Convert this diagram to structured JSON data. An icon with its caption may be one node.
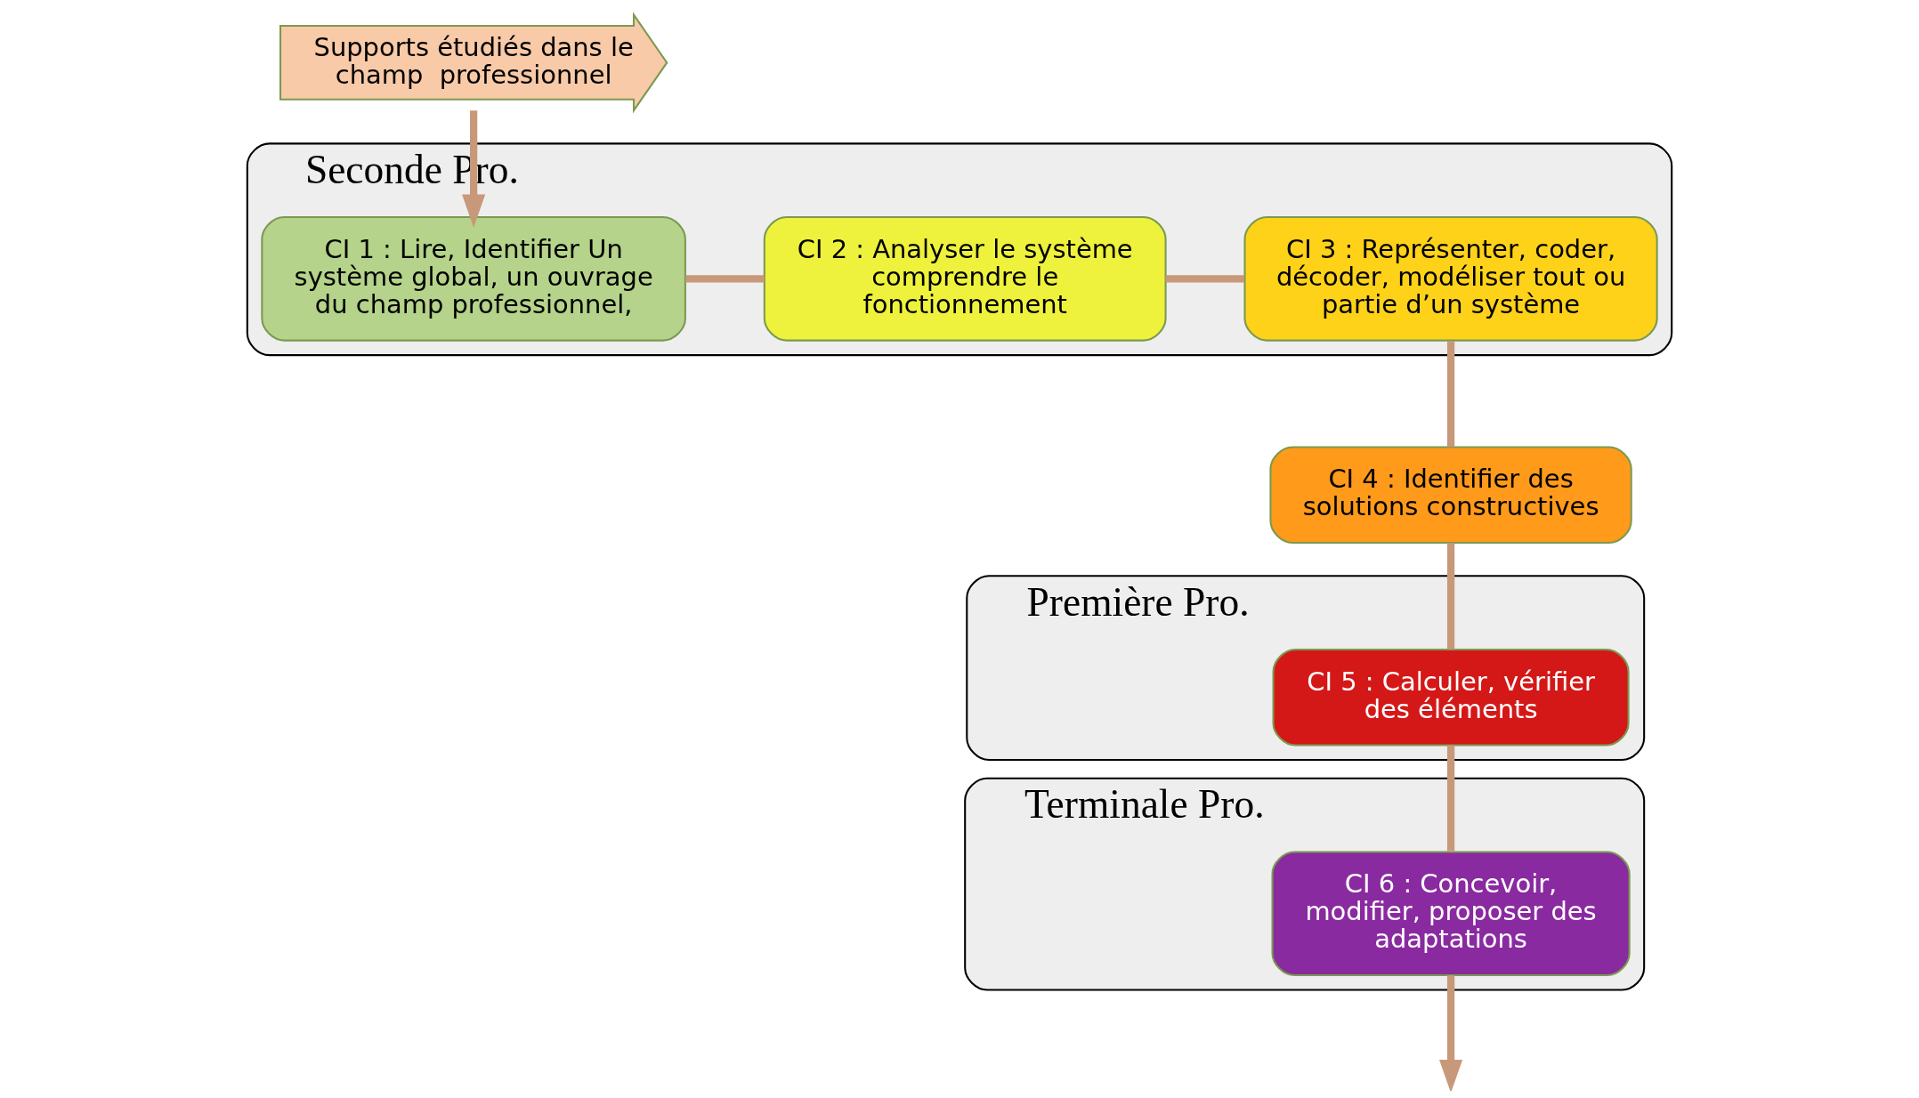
{
  "diagram": {
    "nodes": [
      {
        "text": [
          "Seconde Pro."
        ]
      },
      {
        "text": [
          "CI 1 : Lire, Identifier Un système global, un ouvrage  du champ professionnel,"
        ],
        "in": 0
      },
      {
        "text": [
          "CI 2 : Analyser le système comprendre le fonctionnement"
        ],
        "in": 0
      },
      {
        "text": [
          "CI 3 : Représenter, coder, décoder, modéliser tout ou partie d’un système"
        ],
        "in": 0
      },
      {
        "text": [
          "Première Pro."
        ]
      },
      {
        "text": [
          "CI 4 : Identifier des solutions constructives"
        ]
      },
      {
        "text": [
          "CI 5 : Calculer, vérifier des éléments"
        ],
        "in": 4
      },
      {
        "text": [
          "Terminale Pro."
        ]
      },
      {
        "text": [
          "CI 6 : Concevoir, modifier, proposer des adaptations"
        ],
        "in": 7
      },
      {
        "text": [
          "Supports étudiés dans le champ  professionnel"
        ]
      }
    ],
    "edges": [
      {
        "from": 1,
        "to": 2,
        "arrow": "none"
      },
      {
        "from": 2,
        "to": 3,
        "arrow": "none"
      },
      {
        "from": 3,
        "to": 5,
        "arrow": "none"
      },
      {
        "from": 5,
        "to": 6,
        "arrow": "none"
      },
      {
        "from": 6,
        "to": 8,
        "arrow": "none"
      },
      {
        "from": 8,
        "to": null,
        "arrow": "to"
      },
      {
        "from": 9,
        "to": 1,
        "arrow": "to"
      }
    ]
  }
}
